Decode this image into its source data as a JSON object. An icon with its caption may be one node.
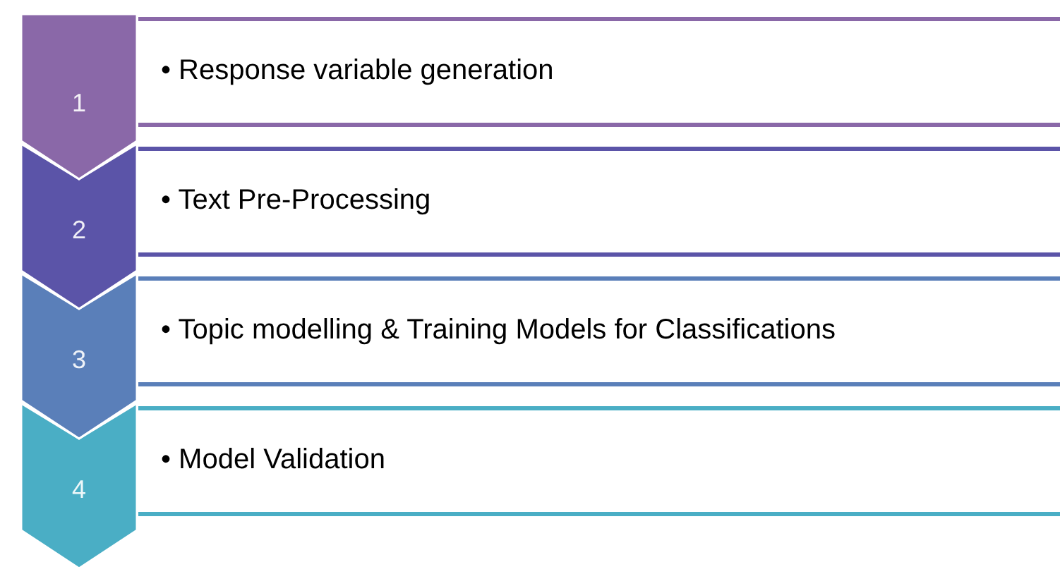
{
  "diagram": {
    "nodes": [
      {
        "text": [
          "1"
        ]
      },
      {
        "text": [
          "• Response variable generation"
        ]
      },
      {
        "text": [
          "2"
        ]
      },
      {
        "text": [
          "• Text Pre-Processing"
        ]
      },
      {
        "text": [
          "3"
        ]
      },
      {
        "text": [
          "• Topic modelling & Training Models for Classifications"
        ]
      },
      {
        "text": [
          "4"
        ]
      },
      {
        "text": [
          "• Model Validation"
        ]
      }
    ]
  }
}
